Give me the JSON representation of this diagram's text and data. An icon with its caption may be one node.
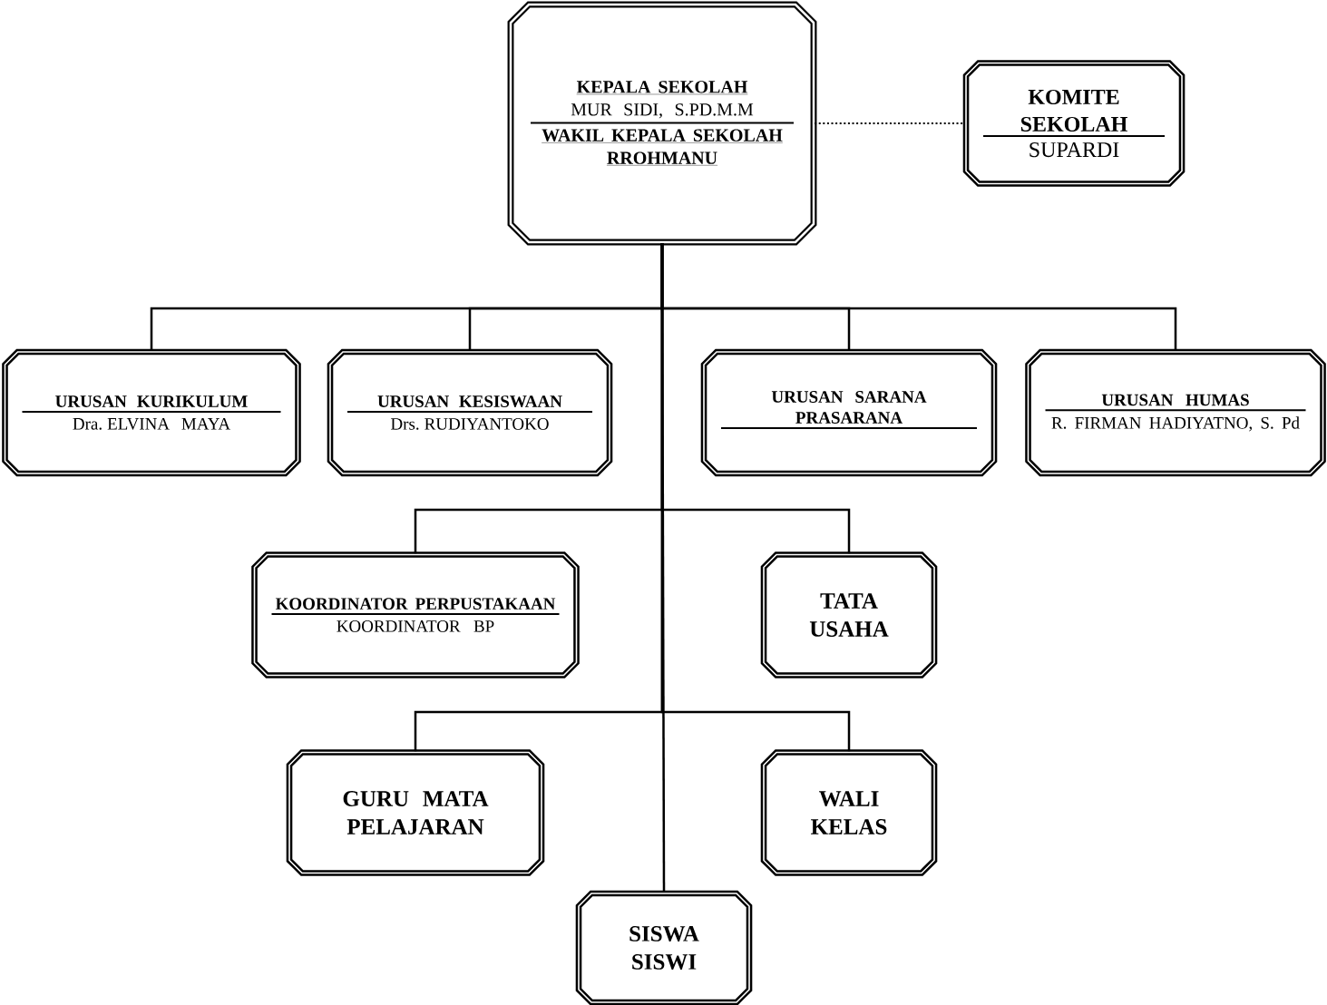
{
  "diagram": {
    "nodes": [
      {
        "text": [
          "KEPALA SEKOLAH",
          "MUR SIDI, S.PD.M.M",
          "WAKIL KEPALA SEKOLAH",
          "RROHMANU"
        ]
      },
      {
        "text": [
          "KOMITE SEKOLAH",
          "SUPARDI"
        ]
      },
      {
        "text": [
          "URUSAN KURIKULUM",
          "Dra. ELVINA MAYA"
        ]
      },
      {
        "text": [
          "URUSAN KESISWAAN",
          "Drs. RUDIYANTOKO"
        ]
      },
      {
        "text": [
          "URUSAN SARANA PRASARANA"
        ]
      },
      {
        "text": [
          "URUSAN HUMAS",
          "R. FIRMAN HADIYATNO, S. Pd"
        ]
      },
      {
        "text": [
          "KOORDINATOR PERPUSTAKAAN",
          "KOORDINATOR BP"
        ]
      },
      {
        "text": [
          "TATA USAHA"
        ]
      },
      {
        "text": [
          "GURU MATA PELAJARAN"
        ]
      },
      {
        "text": [
          "WALI KELAS"
        ]
      },
      {
        "text": [
          "SISWA SISWI"
        ]
      }
    ],
    "edges": [
      {
        "from": 0,
        "to": 1,
        "arrow": "none",
        "style": "dashed"
      },
      {
        "from": 0,
        "to": 2,
        "arrow": "none"
      },
      {
        "from": 0,
        "to": 3,
        "arrow": "none"
      },
      {
        "from": 0,
        "to": 4,
        "arrow": "none"
      },
      {
        "from": 0,
        "to": 5,
        "arrow": "none"
      },
      {
        "from": 0,
        "to": 6,
        "arrow": "none"
      },
      {
        "from": 0,
        "to": 7,
        "arrow": "none"
      },
      {
        "from": 0,
        "to": 8,
        "arrow": "none"
      },
      {
        "from": 0,
        "to": 9,
        "arrow": "none"
      },
      {
        "from": 0,
        "to": 10,
        "arrow": "none"
      }
    ]
  }
}
